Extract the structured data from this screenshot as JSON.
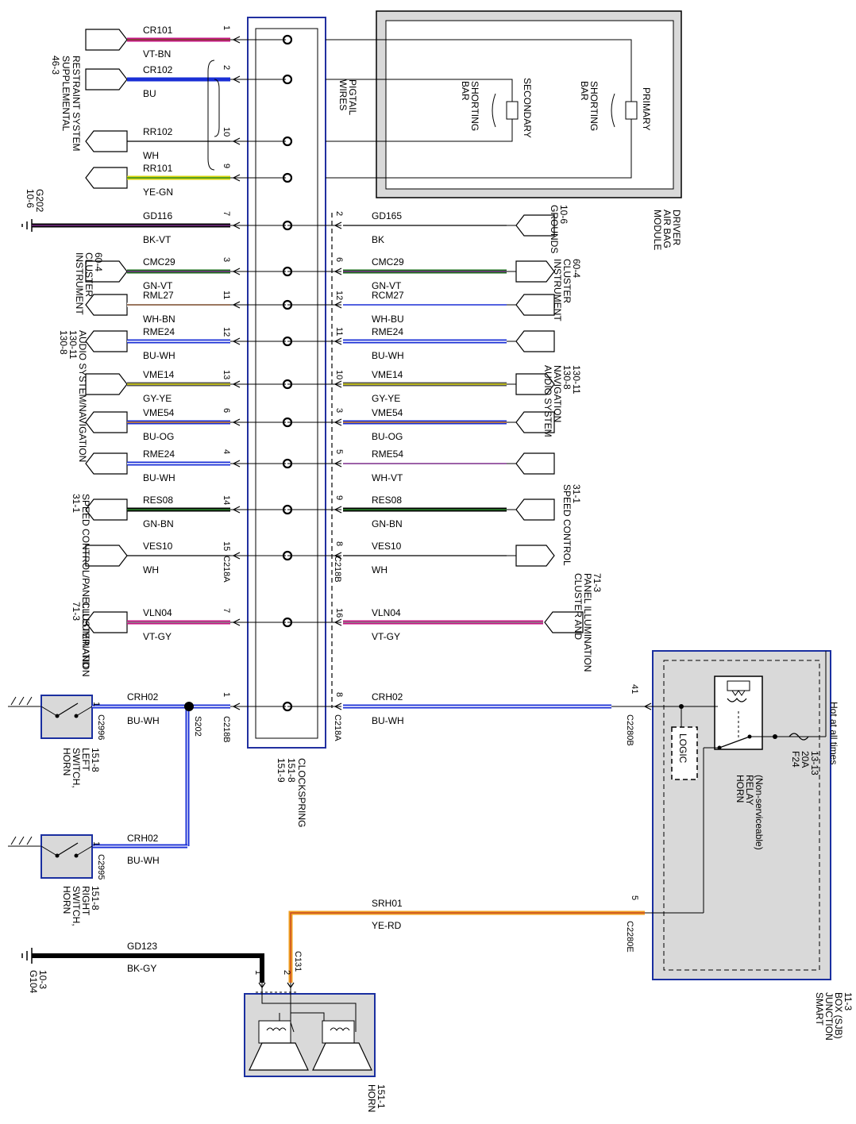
{
  "title": "",
  "clockspring": {
    "label_lines": [
      "CLOCKSPRING",
      "151-8",
      "151-9"
    ],
    "pigtail_lines": [
      "PIGTAIL",
      "WIRES"
    ]
  },
  "airbag_module": {
    "label_lines": [
      "DRIVER",
      "AIR BAG",
      "MODULE"
    ],
    "primary_lines": [
      "PRIMARY"
    ],
    "shorting_bar_lines": [
      "SHORTING",
      "BAR"
    ],
    "secondary_lines": [
      "SECONDARY"
    ],
    "secondary_shorting_lines": [
      "SHORTING",
      "BAR"
    ]
  },
  "left_wires": [
    {
      "circuit": "CR101",
      "color": "VT-BN",
      "pin": "1",
      "colors": [
        "#c71585",
        "#7a4a2a"
      ]
    },
    {
      "circuit": "CR102",
      "color": "BU",
      "pin": "2",
      "colors": [
        "#1a2fd6"
      ]
    },
    {
      "circuit": "RR102",
      "color": "WH",
      "pin": "10",
      "colors": [
        "#000000"
      ]
    },
    {
      "circuit": "RR101",
      "color": "YE-GN",
      "pin": "9",
      "colors": [
        "#d9d40a",
        "#2e8b2e"
      ]
    },
    {
      "circuit": "GD116",
      "color": "BK-VT",
      "pin": "7",
      "colors": [
        "#000000",
        "#7b2d8b"
      ]
    },
    {
      "circuit": "CMC29",
      "color": "GN-VT",
      "pin": "3",
      "colors": [
        "#1d6b1d",
        "#7b2d8b"
      ]
    },
    {
      "circuit": "RML27",
      "color": "WH-BN",
      "pin": "11",
      "colors": [
        "#ffffff",
        "#7a4a2a"
      ]
    },
    {
      "circuit": "RME24",
      "color": "BU-WH",
      "pin": "12",
      "colors": [
        "#1a2fd6",
        "#ffffff"
      ]
    },
    {
      "circuit": "VME14",
      "color": "GY-YE",
      "pin": "13",
      "colors": [
        "#555555",
        "#d9d40a"
      ]
    },
    {
      "circuit": "VME54",
      "color": "BU-OG",
      "pin": "6",
      "colors": [
        "#1a2fd6",
        "#e08a1e"
      ]
    },
    {
      "circuit": "RME24",
      "color": "BU-WH",
      "pin": "4",
      "colors": [
        "#1a2fd6",
        "#ffffff"
      ]
    },
    {
      "circuit": "RES08",
      "color": "GN-BN",
      "pin": "14",
      "colors": [
        "#000000",
        "#2e8b2e"
      ]
    },
    {
      "circuit": "VES10",
      "color": "WH",
      "pin": "15",
      "colors": [
        "#000000"
      ]
    },
    {
      "circuit": "VLN04",
      "color": "VT-GY",
      "pin": "7",
      "colors": [
        "#c71585",
        "#888888"
      ]
    },
    {
      "circuit": "CRH02",
      "color": "BU-WH",
      "pin": "1",
      "colors": [
        "#1a2fd6",
        "#ffffff"
      ]
    }
  ],
  "right_wires": [
    {
      "circuit": "GD165",
      "color": "BK",
      "pin": "2",
      "colors": [
        "#000000"
      ]
    },
    {
      "circuit": "CMC29",
      "color": "GN-VT",
      "pin": "6",
      "colors": [
        "#1d6b1d",
        "#7b2d8b"
      ]
    },
    {
      "circuit": "RCM27",
      "color": "WH-BU",
      "pin": "12",
      "colors": [
        "#ffffff",
        "#1a2fd6"
      ]
    },
    {
      "circuit": "RME24",
      "color": "BU-WH",
      "pin": "11",
      "colors": [
        "#1a2fd6",
        "#ffffff"
      ]
    },
    {
      "circuit": "VME14",
      "color": "GY-YE",
      "pin": "10",
      "colors": [
        "#555555",
        "#d9d40a"
      ]
    },
    {
      "circuit": "VME54",
      "color": "BU-OG",
      "pin": "3",
      "colors": [
        "#1a2fd6",
        "#e08a1e"
      ]
    },
    {
      "circuit": "RME54",
      "color": "WH-VT",
      "pin": "5",
      "colors": [
        "#ffffff",
        "#7b2d8b"
      ]
    },
    {
      "circuit": "RES08",
      "color": "GN-BN",
      "pin": "9",
      "colors": [
        "#000000",
        "#2e8b2e"
      ]
    },
    {
      "circuit": "VES10",
      "color": "WH",
      "pin": "8",
      "colors": [
        "#000000"
      ]
    },
    {
      "circuit": "VLN04",
      "color": "VT-GY",
      "pin": "16",
      "colors": [
        "#c71585",
        "#888888"
      ]
    },
    {
      "circuit": "CRH02",
      "color": "BU-WH",
      "pin": "8",
      "colors": [
        "#1a2fd6",
        "#ffffff"
      ]
    }
  ],
  "left_groups": [
    {
      "lines": [
        "SUPPLEMENTAL",
        "RESTRAINT SYSTEM",
        "46-3"
      ]
    },
    {
      "lines": [
        "G202",
        "10-6"
      ]
    },
    {
      "lines": [
        "INSTRUMENT",
        "CLUSTER",
        "60-4"
      ]
    },
    {
      "lines": [
        "AUDIO SYSTEM/NAVIGATION",
        "130-11",
        "130-8"
      ]
    },
    {
      "lines": [
        "SPEED CONTROL/PANEL ILLUMINATION",
        "31-1"
      ]
    },
    {
      "lines": [
        "CLUSTER AND",
        "71-3"
      ]
    }
  ],
  "right_groups": [
    {
      "lines": [
        "GROUNDS",
        "10-6"
      ]
    },
    {
      "lines": [
        "INSTRUMENT",
        "CLUSTER",
        "60-4"
      ]
    },
    {
      "lines": [
        "AUDIO SYSTEM",
        "NAVIGATION",
        "130-8",
        "130-11"
      ]
    },
    {
      "lines": [
        "SPEED CONTROL",
        "31-1"
      ]
    },
    {
      "lines": [
        "CLUSTER AND",
        "PANEL ILLUMINATION",
        "71-3"
      ]
    }
  ],
  "connectors": {
    "c218a_left": "C218A",
    "c218b_right": "C218B",
    "c218b_low": "C218B",
    "c218a_low": "C218A",
    "c2996": "C2996",
    "c2995": "C2995",
    "c2280b": "C2280B",
    "c2280e": "C2280E",
    "c131": "C131",
    "s202": "S202"
  },
  "horn_switch_left": {
    "lines": [
      "HORN",
      "SWITCH,",
      "LEFT",
      "151-8"
    ],
    "pin": "1"
  },
  "horn_switch_right": {
    "lines": [
      "HORN",
      "SWITCH,",
      "RIGHT",
      "151-8"
    ],
    "pin": "1",
    "circuit": "CRH02",
    "color": "BU-WH"
  },
  "sjb": {
    "label_lines": [
      "SMART",
      "JUNCTION",
      "BOX (SJB)",
      "11-3"
    ],
    "hot": "Hot at all times",
    "fuse_lines": [
      "F24",
      "20A",
      "13-13"
    ],
    "relay_lines": [
      "HORN",
      "RELAY",
      "(Non-serviceable)"
    ],
    "logic": "LOGIC",
    "pin_b": "41",
    "pin_e": "5"
  },
  "horn_feed": {
    "circuit": "SRH01",
    "color": "YE-RD",
    "colors": [
      "#f0a020",
      "#c0392b"
    ]
  },
  "ground_wire": {
    "circuit": "GD123",
    "color": "BK-GY",
    "ground_lines": [
      "G104",
      "10-3"
    ]
  },
  "horn": {
    "lines": [
      "HORN",
      "151-1"
    ],
    "pin1": "1",
    "pin2": "2"
  }
}
